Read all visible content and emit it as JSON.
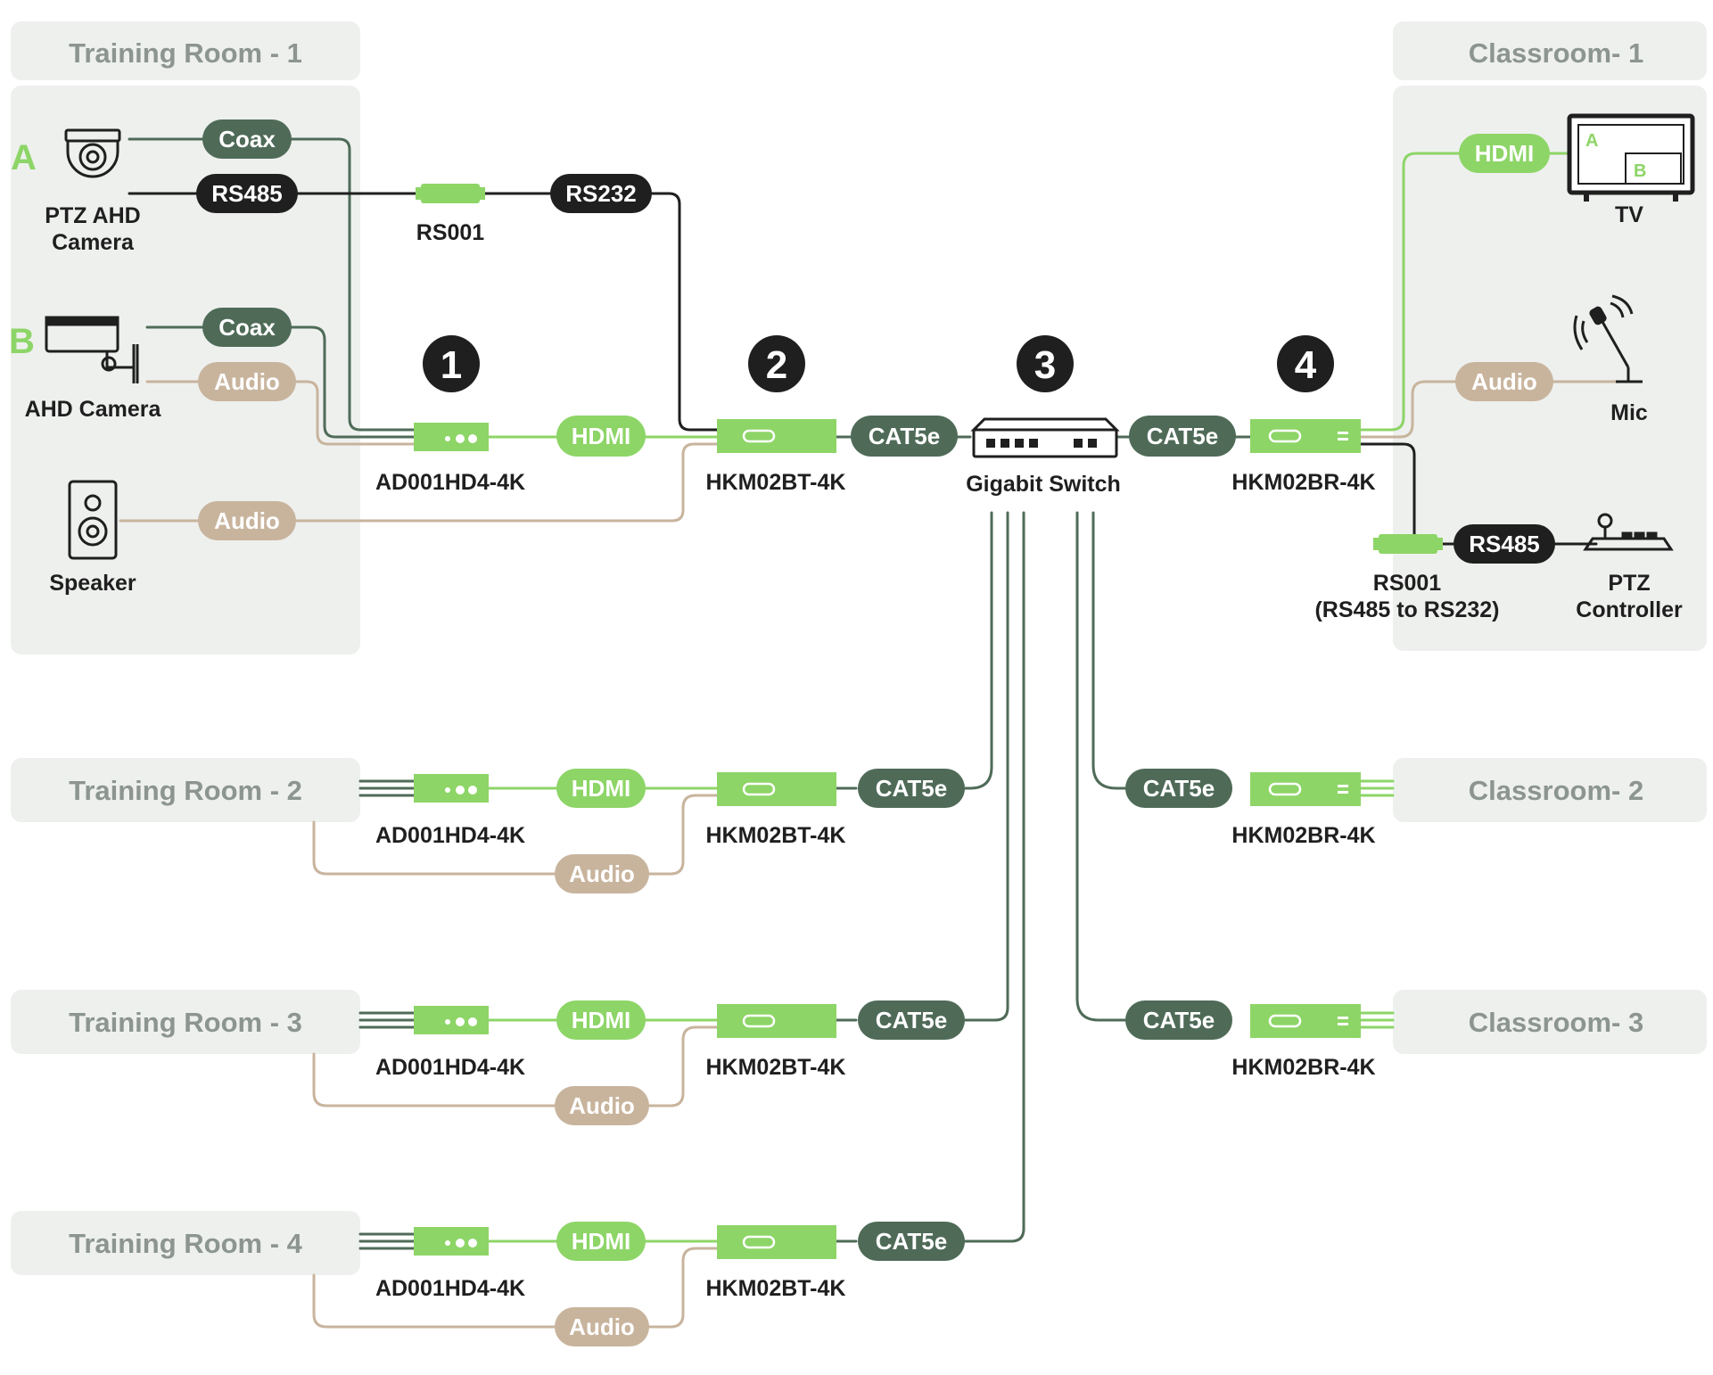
{
  "colors": {
    "green": "#8dd567",
    "dark_green": "#4f6b58",
    "black": "#1f1f1f",
    "tan": "#c8b49d",
    "room_bg": "#eef0ee",
    "room_text": "#8c9590"
  },
  "rooms": {
    "training_1": "Training Room - 1",
    "training_2": "Training Room - 2",
    "training_3": "Training Room - 3",
    "training_4": "Training Room - 4",
    "classroom_1": "Classroom- 1",
    "classroom_2": "Classroom- 2",
    "classroom_3": "Classroom- 3"
  },
  "letters": {
    "a": "A",
    "b": "B"
  },
  "numbers": [
    "1",
    "2",
    "3",
    "4"
  ],
  "devices": {
    "ptz_camera": [
      "PTZ AHD",
      "Camera"
    ],
    "ahd_camera": "AHD Camera",
    "speaker": "Speaker",
    "rs001_top": "RS001",
    "encoder": "AD001HD4-4K",
    "transmitter": "HKM02BT-4K",
    "switch": "Gigabit Switch",
    "receiver": "HKM02BR-4K",
    "tv": "TV",
    "mic": "Mic",
    "rs001_right": [
      "RS001",
      "(RS485 to RS232)"
    ],
    "ptz_controller": [
      "PTZ",
      "Controller"
    ]
  },
  "cables": {
    "coax": "Coax",
    "rs485": "RS485",
    "rs232": "RS232",
    "audio": "Audio",
    "hdmi": "HDMI",
    "cat5e": "CAT5e"
  },
  "tv_screen": {
    "a": "A",
    "b": "B"
  }
}
